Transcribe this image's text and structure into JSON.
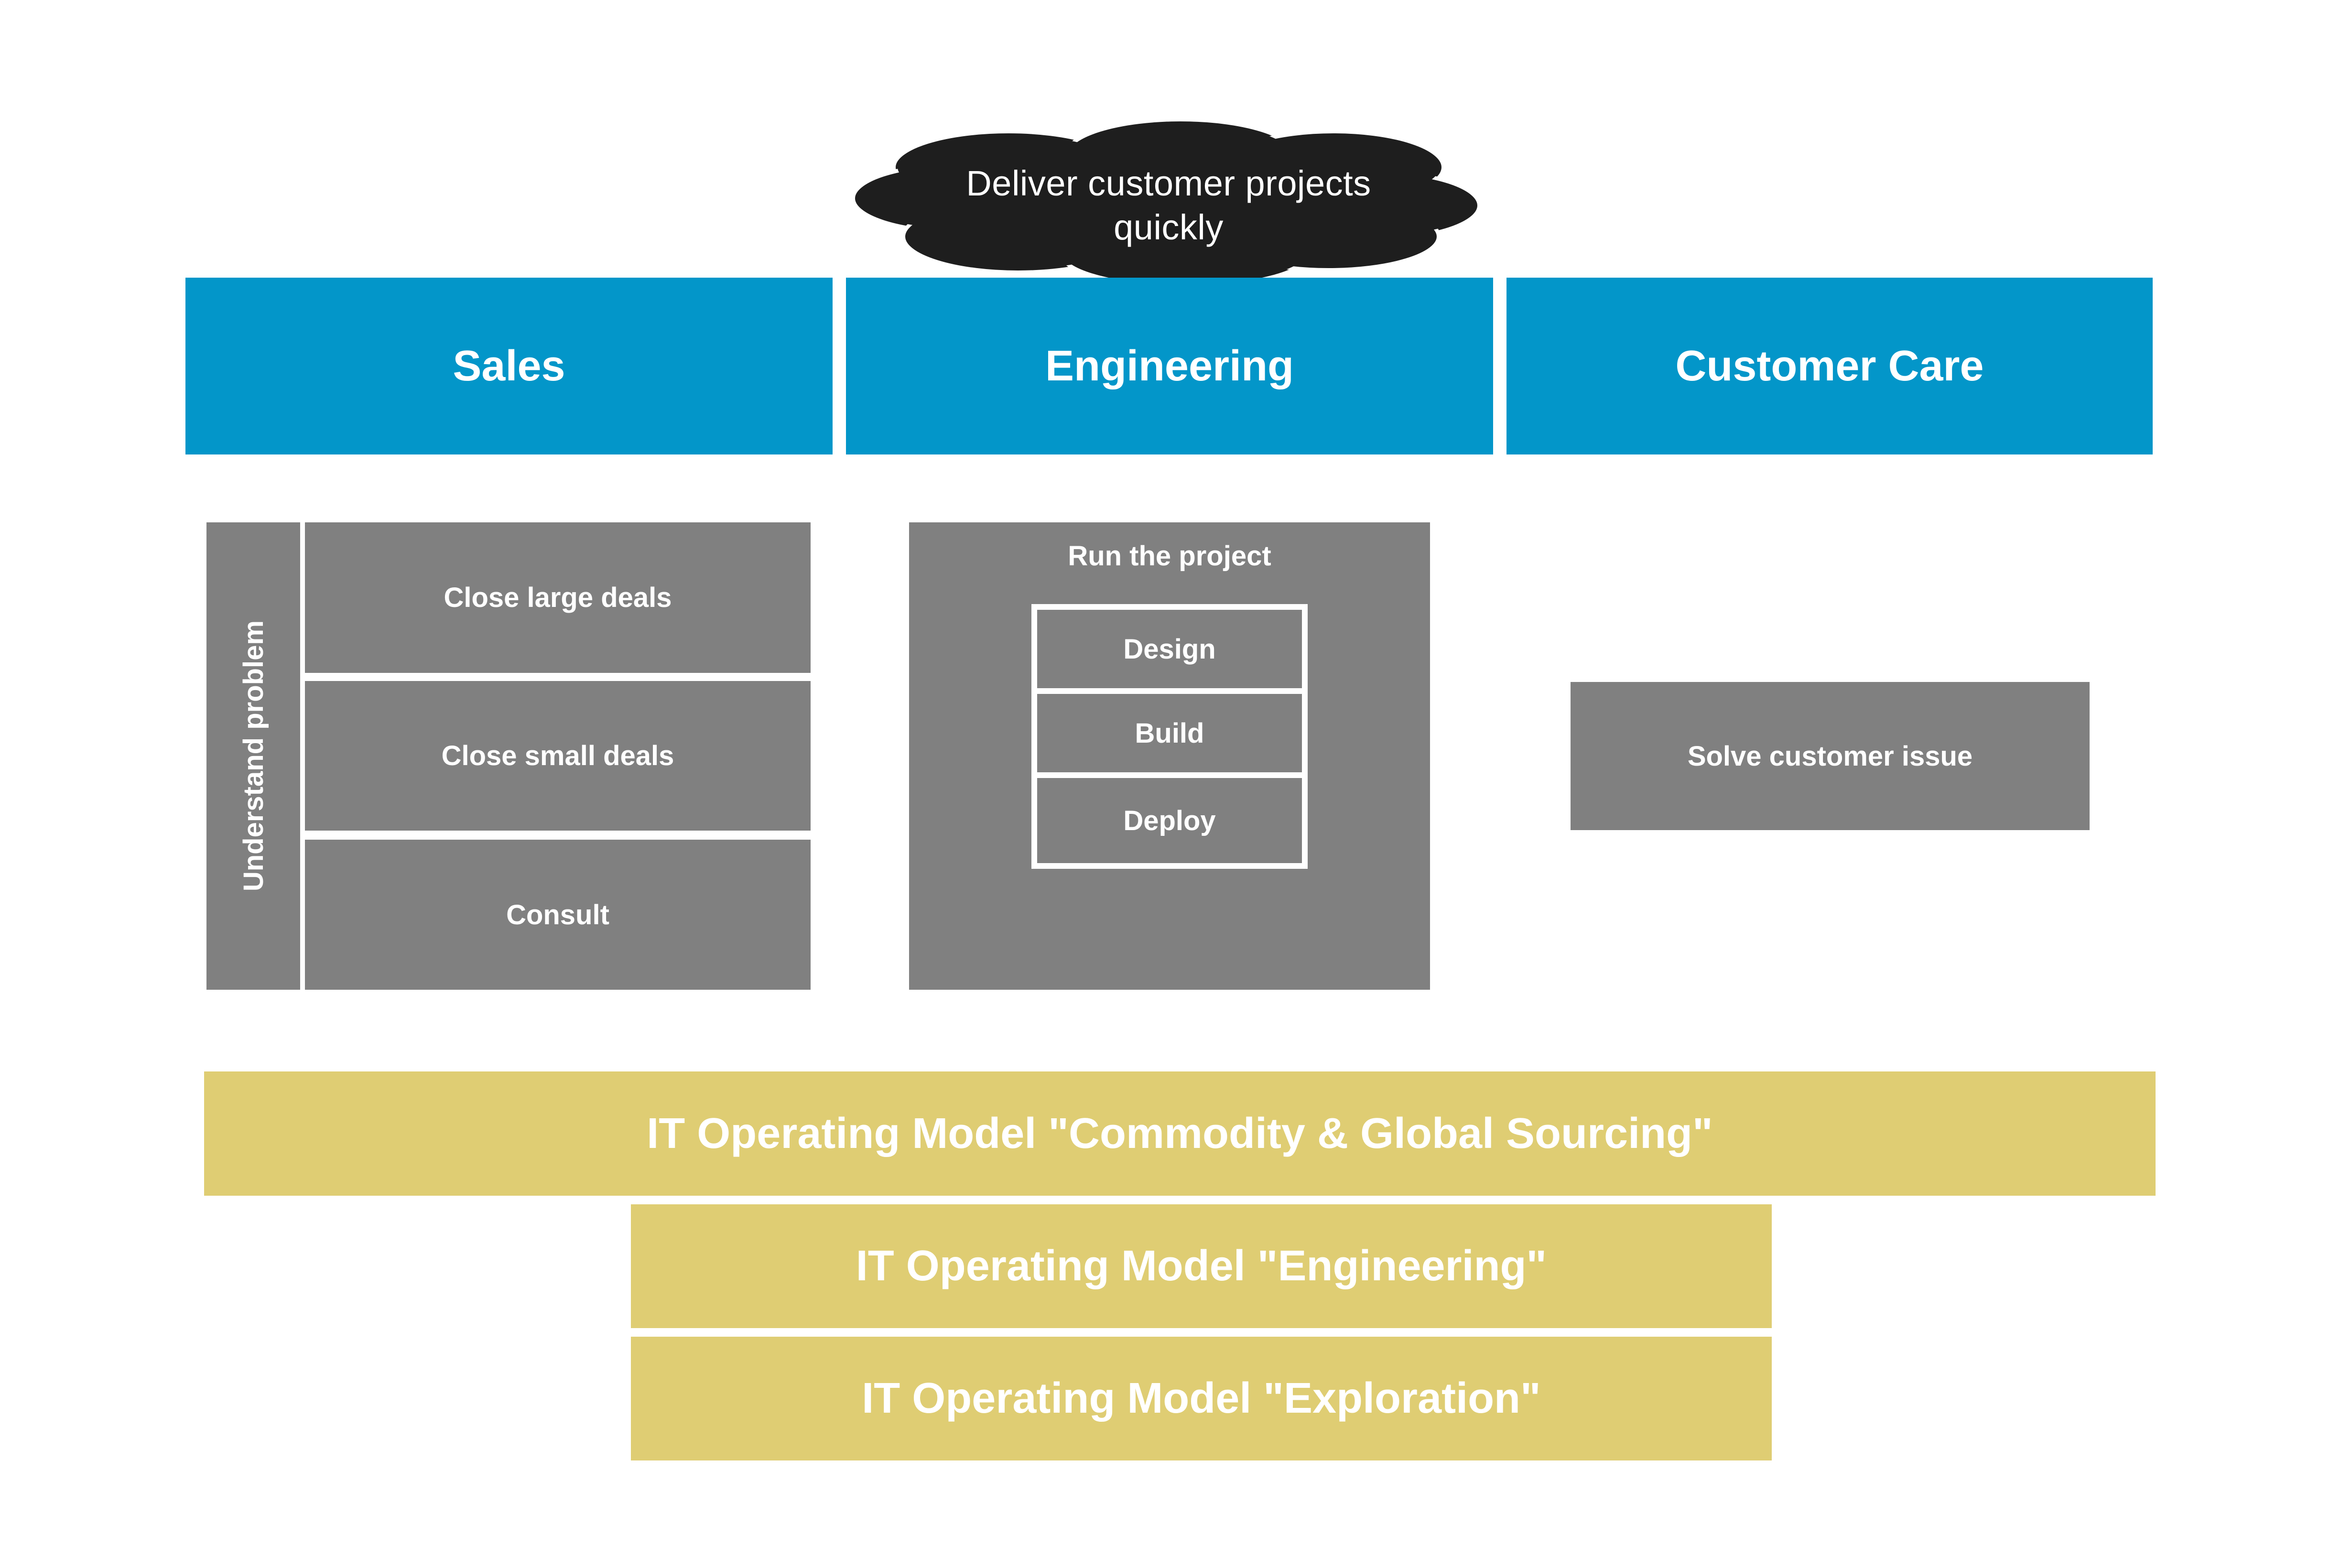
{
  "goal": {
    "line1": "Deliver customer projects",
    "line2": "quickly"
  },
  "departments": {
    "sales": "Sales",
    "engineering": "Engineering",
    "customer_care": "Customer Care"
  },
  "sales": {
    "vertical_label": "Understand problem",
    "items": [
      "Close large deals",
      "Close small deals",
      "Consult"
    ]
  },
  "engineering": {
    "container_label": "Run the project",
    "steps": [
      "Design",
      "Build",
      "Deploy"
    ]
  },
  "customer_care": {
    "item": "Solve customer issue"
  },
  "it_models": [
    "IT Operating Model \"Commodity & Global Sourcing\"",
    "IT Operating Model \"Engineering\"",
    "IT Operating Model \"Exploration\""
  ],
  "colors": {
    "dept_blue": "#0396c9",
    "capability_grey": "#808080",
    "it_gold": "#dfcd73",
    "cloud_black": "#1e1e1e"
  }
}
